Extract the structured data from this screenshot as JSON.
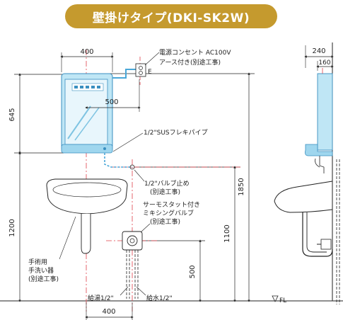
{
  "title": "壁掛けタイプ(DKI-SK2W)",
  "colors": {
    "banner": "#c59a2e",
    "heater": "#9fd6ee",
    "center_line": "#e0404a",
    "pipe": "#4aa7d8"
  },
  "dimensions": {
    "top_width": "400",
    "offset": "500",
    "heater_height": "645",
    "mount_height": "1200",
    "total_height": "1850",
    "valve_height": "1100",
    "pipe_height": "500",
    "bottom_width": "400",
    "side_depth": "240",
    "side_inner": "160"
  },
  "labels": {
    "outlet_line1": "電源コンセント AC100V",
    "outlet_line2": "アース付き(別途工事)",
    "earth_mark": "E",
    "flex_pipe": "1/2\"SUSフレキパイプ",
    "valve_line1": "1/2\"バルブ止め",
    "valve_line2": "(別途工事)",
    "mixer_line1": "サーモスタット付き",
    "mixer_line2": "ミキシングバルブ",
    "mixer_line3": "(別途工事)",
    "sink_line1": "手術用",
    "sink_line2": "手洗い器",
    "sink_line3": "(別途工事)",
    "hot_water": "給湯1/2\"",
    "cold_water": "給水1/2\"",
    "floor": "FL"
  }
}
